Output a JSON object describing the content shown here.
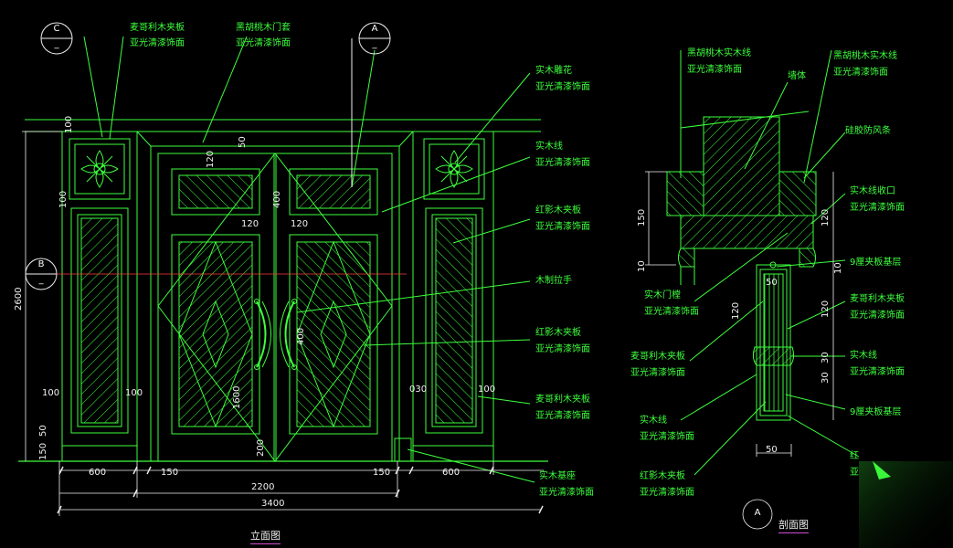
{
  "colors": {
    "background": "#000000",
    "line": "#3dff3d",
    "dimension": "#f2f2f2",
    "accent_red": "#ff3b3b",
    "title_underline": "#d24bd2"
  },
  "elevation": {
    "title": "立面图",
    "bubbles": {
      "c": "C",
      "a": "A",
      "b": "B",
      "dash": "_"
    },
    "labels": {
      "veneer_top_left": [
        "麦哥利木夹板",
        "亚光清漆饰面"
      ],
      "door_cover": [
        "黑胡桃木门套",
        "亚光清漆饰面"
      ],
      "carving": [
        "实木雕花",
        "亚光清漆饰面"
      ],
      "solid_line": [
        "实木线",
        "亚光清漆饰面"
      ],
      "red_shadow_1": [
        "红影木夹板",
        "亚光清漆饰面"
      ],
      "handle": [
        "木制拉手"
      ],
      "red_shadow_2": [
        "红影木夹板",
        "亚光清漆饰面"
      ],
      "veneer_bottom": [
        "麦哥利木夹板",
        "亚光清漆饰面"
      ],
      "base": [
        "实木基座",
        "亚光清漆饰面"
      ]
    },
    "dims": {
      "d100_top": "100",
      "d50": "50",
      "d120_a": "120",
      "d400": "400",
      "d120_b": "120",
      "d120_c": "120",
      "d100_left": "100",
      "d2600": "2600",
      "d100_a": "100",
      "d100_b": "100",
      "d50_bot": "50",
      "d150_bot": "150",
      "d030": "030",
      "d100_c": "100",
      "d200": "200",
      "d1600": "1600",
      "d400_b": "400",
      "d600_l": "600",
      "d150_l": "150",
      "d150_r": "150",
      "d600_r": "600",
      "d2200": "2200",
      "d3400": "3400"
    }
  },
  "section": {
    "title": "剖面图",
    "bubble": "A",
    "labels": {
      "black_walnut_line": [
        "黑胡桃木实木线",
        "亚光清漆饰面"
      ],
      "black_walnut_solid": [
        "黑胡桃木实木线",
        "亚光清漆饰面"
      ],
      "wall": [
        "墙体"
      ],
      "silicone_strip": [
        "硅胶防风条"
      ],
      "solid_edge": [
        "实木线收口",
        "亚光清漆饰面"
      ],
      "door_frame": [
        "实木门樘",
        "亚光清漆饰面"
      ],
      "ply_9_a": [
        "9厘夹板基层"
      ],
      "veneer_a": [
        "麦哥利木夹板",
        "亚光清漆饰面"
      ],
      "veneer_b": [
        "麦哥利木夹板",
        "亚光清漆饰面"
      ],
      "solid_line": [
        "实木线",
        "亚光清漆饰面"
      ],
      "ply_9_b": [
        "9厘夹板基层"
      ],
      "solid_line_2": [
        "实木线",
        "亚光清漆饰面"
      ],
      "red_shadow": [
        "红影木夹板",
        "亚光清漆饰面"
      ],
      "cut_off": [
        "红",
        "亚"
      ]
    },
    "dims": {
      "d150": "150",
      "d10": "10",
      "d120": "120",
      "d30a": "30",
      "d30b": "30",
      "d120b": "120",
      "d10b": "10",
      "d50": "50",
      "d50b": "50"
    }
  }
}
